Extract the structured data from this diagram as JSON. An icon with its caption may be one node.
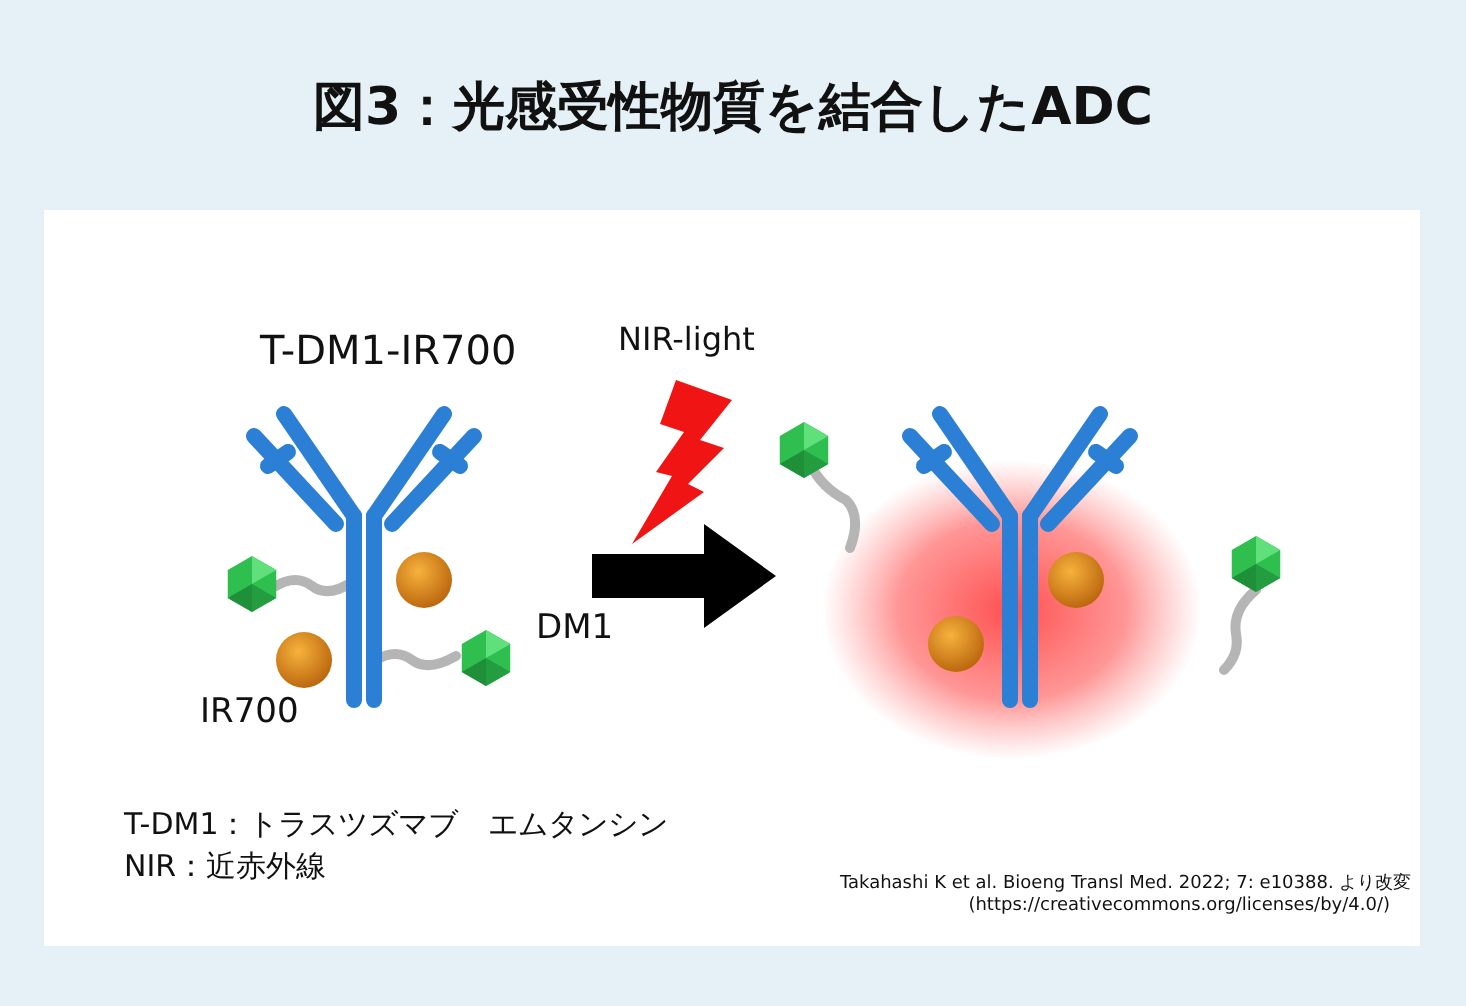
{
  "diagram": {
    "title": "図3：光感受性物質を結合したADC",
    "nodes": [
      {
        "text": [],
        "shape": "picture",
        "beside": [
          "DM1"
        ]
      },
      {
        "text": [],
        "shape": "picture"
      }
    ],
    "edges": [
      {
        "from": 0,
        "to": 1,
        "arrow": "to"
      }
    ],
    "labels": [
      "T-DM1-IR700",
      "NIR-light",
      "IR700",
      "T-DM1：トラスツズマブ　エムタンシン",
      "NIR：近赤外線",
      "Takahashi K et al. Bioeng Transl Med. 2022; 7: e10388. より改変",
      "(https://creativecommons.org/licenses/by/4.0/)"
    ]
  }
}
